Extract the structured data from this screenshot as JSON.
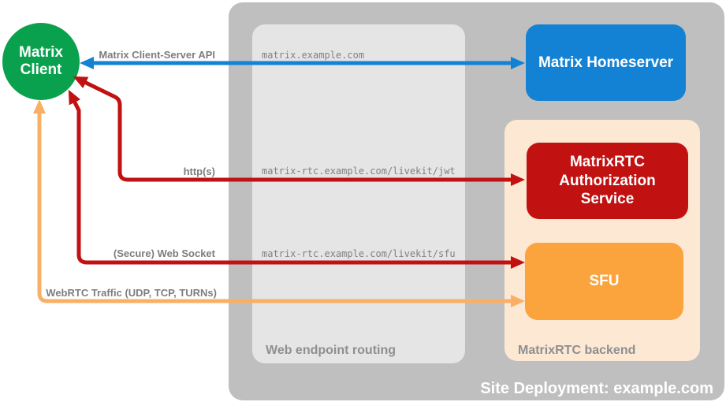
{
  "containers": {
    "site": {
      "label": "Site Deployment: example.com"
    },
    "web_routing": {
      "label": "Web endpoint routing"
    },
    "backend": {
      "label": "MatrixRTC backend"
    }
  },
  "nodes": {
    "client": {
      "label": "Matrix Client"
    },
    "homeserver": {
      "label": "Matrix Homeserver"
    },
    "auth_service": {
      "label": "MatrixRTC Authorization Service"
    },
    "sfu": {
      "label": "SFU"
    }
  },
  "endpoints": [
    "matrix.example.com",
    "matrix-rtc.example.com/livekit/jwt",
    "matrix-rtc.example.com/livekit/sfu"
  ],
  "arrows": {
    "client_server_api": {
      "label": "Matrix Client-Server API"
    },
    "https": {
      "label": "http(s)"
    },
    "web_socket": {
      "label": "(Secure) Web Socket"
    },
    "webrtc": {
      "label": "WebRTC Traffic (UDP, TCP, TURNs)"
    }
  },
  "colors": {
    "client-green": "#0aa14e",
    "homeserver-blue": "#1482d4",
    "service-red": "#c11111",
    "sfu-orange": "#fba43e",
    "line-orange": "#f9b065",
    "container-gray": "#bfbfbf",
    "inner-gray": "#e5e5e5",
    "backend-peach": "#fce8d3",
    "heading-gray": "#8f8f8f",
    "label-gray": "#7d7d7d",
    "url-gray": "#818181"
  }
}
